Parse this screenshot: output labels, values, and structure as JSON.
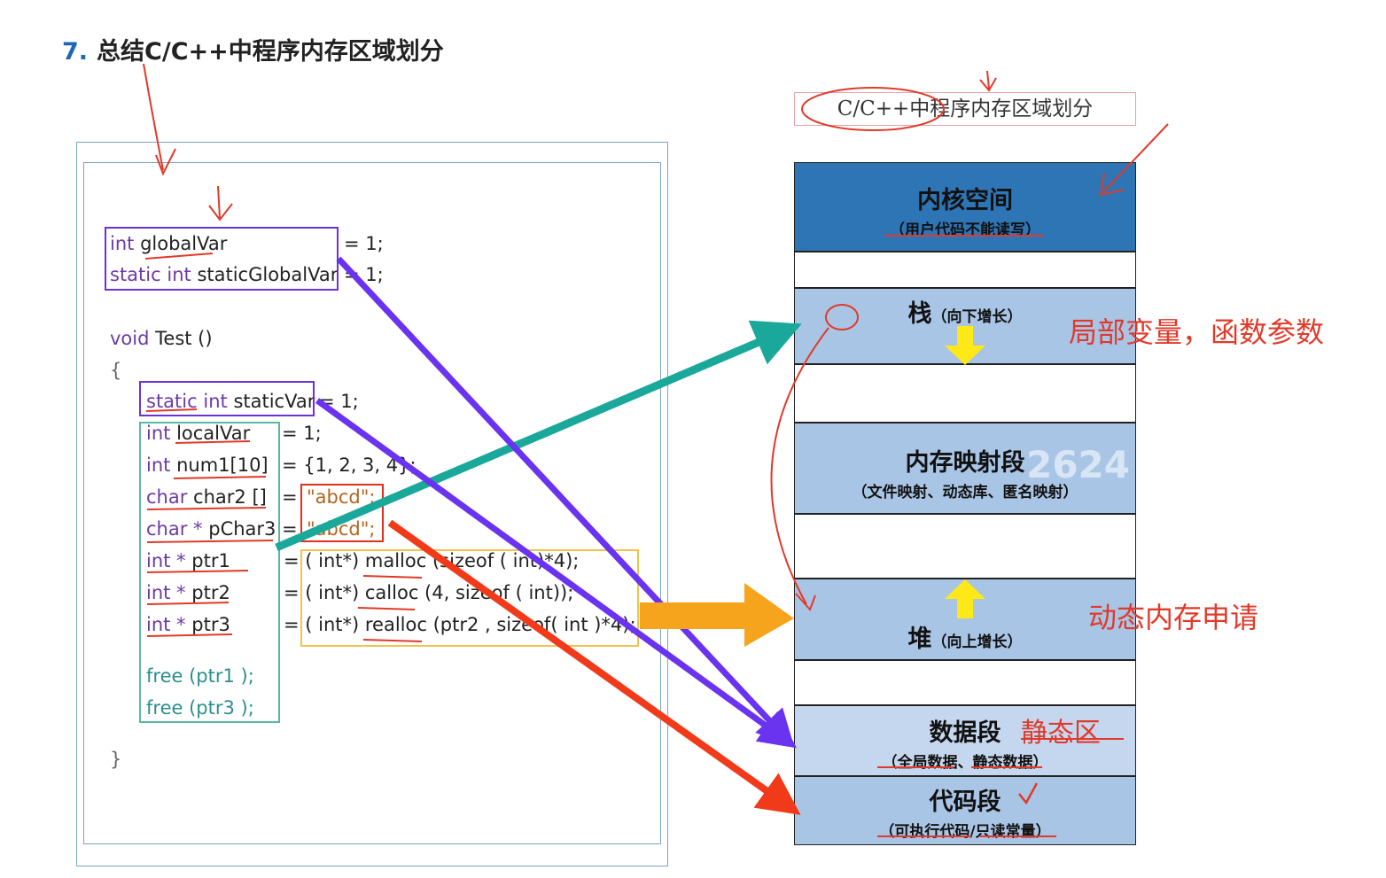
{
  "heading": {
    "number": "7.",
    "text": "总结C/C++中程序内存区域划分"
  },
  "code": {
    "line1": {
      "type": "int",
      "name": "globalVar",
      "assign": "= 1;"
    },
    "line2": {
      "kw1": "static",
      "type": "int",
      "name": "staticGlobalVar",
      "assign": "= 1;"
    },
    "line3": {
      "type": "void",
      "name": "Test ()"
    },
    "open_brace": "{",
    "line4": {
      "kw1": "static",
      "type": "int",
      "name": "staticVar",
      "assign": "= 1;"
    },
    "line5": {
      "type": "int",
      "name": "localVar",
      "assign": "= 1;"
    },
    "line6": {
      "type": "int",
      "name": "num1[10]",
      "assign": "= {1, 2, 3, 4};"
    },
    "line7": {
      "type": "char",
      "name": "char2 []",
      "eq": "=",
      "value": "\"abcd\";"
    },
    "line8": {
      "type": "char *",
      "name": "pChar3",
      "eq": "=",
      "value": "\"abcd\";"
    },
    "line9": {
      "type": "int *",
      "name": "ptr1",
      "assign": "= ( int*) malloc (sizeof ( int)*4);"
    },
    "line10": {
      "type": "int *",
      "name": "ptr2",
      "assign": "= ( int*) calloc (4, sizeof ( int));"
    },
    "line11": {
      "type": "int *",
      "name": "ptr3",
      "assign": "= ( int*) realloc (ptr2 , sizeof( int )*4);"
    },
    "line12": "free (ptr1 );",
    "line13": "free (ptr3 );",
    "close_brace": "}"
  },
  "memory": {
    "title": "C/C++中程序内存区域划分",
    "kernel": {
      "main": "内核空间",
      "sub": "（用户代码不能读写）"
    },
    "stack": {
      "main": "栈",
      "sub": "（向下增长）"
    },
    "mmap": {
      "main": "内存映射段",
      "sub": "（文件映射、动态库、匿名映射）",
      "watermark": "2624"
    },
    "heap": {
      "main": "堆",
      "sub": "（向上增长）"
    },
    "data": {
      "main": "数据段",
      "sub": "（全局数据、静态数据）"
    },
    "code": {
      "main": "代码段",
      "sub": "（可执行代码/只读常量）"
    }
  },
  "annotations": {
    "stack_note": "局部变量，函数参数",
    "heap_note": "动态内存申请",
    "data_note": "静态区"
  },
  "colors": {
    "kernel_fill": "#2e75b6",
    "segment_fill": "#a9c5e6",
    "data_fill": "#c5d7ee",
    "arrow_purple": "#6a33f0",
    "arrow_teal": "#1aa89a",
    "arrow_orange": "#f5a41b",
    "arrow_red": "#f03a1a",
    "annotation_red": "#e03a2a",
    "heading_number": "#1f66b8"
  }
}
